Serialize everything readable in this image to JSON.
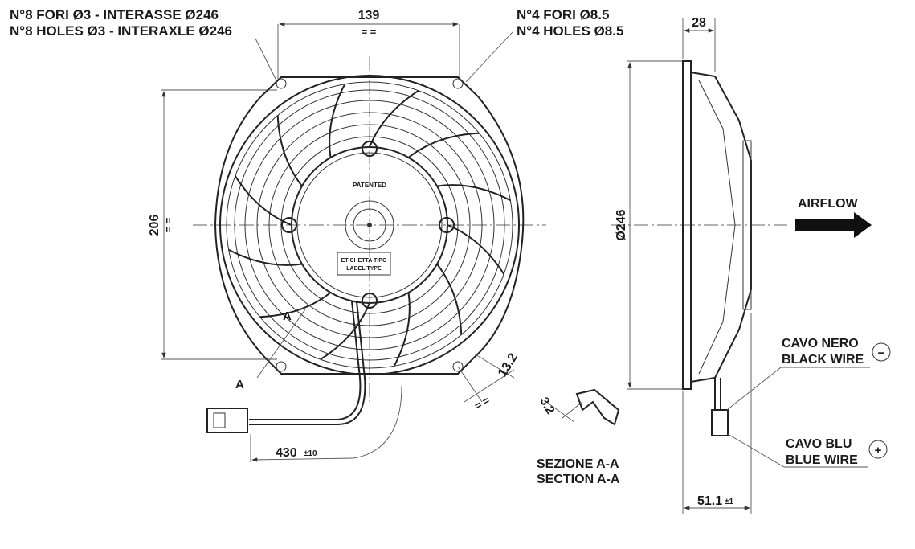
{
  "labels": {
    "holes_small_it": "N°8 FORI Ø3 - INTERASSE Ø246",
    "holes_small_en": "N°8 HOLES Ø3 - INTERAXLE Ø246",
    "holes_big_it": "N°4 FORI Ø8.5",
    "holes_big_en": "N°4 HOLES Ø8.5",
    "patented": "PATENTED",
    "label_type_it": "ETICHETTA TIPO",
    "label_type_en": "LABEL TYPE",
    "airflow": "AIRFLOW",
    "black_wire_it": "CAVO NERO",
    "black_wire_en": "BLACK WIRE",
    "blue_wire_it": "CAVO BLU",
    "blue_wire_en": "BLUE WIRE",
    "minus": "−",
    "plus": "+",
    "section_it": "SEZIONE A-A",
    "section_en": "SECTION A-A",
    "section_mark": "A"
  },
  "dimensions": {
    "width_139": "139",
    "height_206": "206",
    "diameter_246": "Ø246",
    "depth_28": "28",
    "depth_51": "51.1",
    "depth_51_tol": "±1",
    "cable_430": "430",
    "cable_430_tol": "±10",
    "offset_13": "13.2",
    "section_3": "3.2",
    "equal": "= ="
  }
}
